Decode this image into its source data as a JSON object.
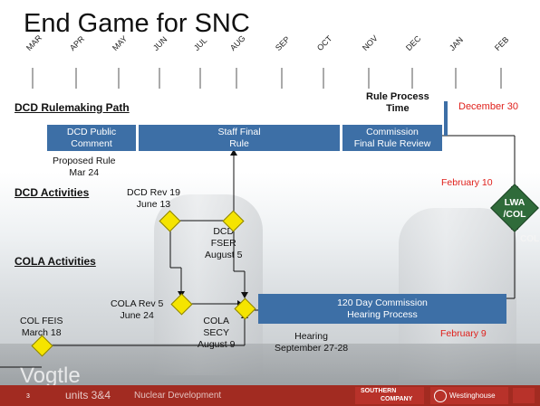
{
  "title": "End Game for SNC",
  "months": [
    "MAR",
    "APR",
    "MAY",
    "JUN",
    "JUL",
    "AUG",
    "SEP",
    "OCT",
    "NOV",
    "DEC",
    "JAN",
    "FEB"
  ],
  "sections": {
    "rulemaking": "DCD Rulemaking Path",
    "dcd_activities": "DCD Activities",
    "cola_activities": "COLA Activities"
  },
  "boxes": {
    "dcd_public_comment": [
      "DCD Public",
      "Comment"
    ],
    "staff_final_rule": [
      "Staff Final",
      "Rule"
    ],
    "commission_review": [
      "Commission",
      "Final Rule Review"
    ],
    "hearing_process": [
      "120 Day Commission",
      "Hearing Process"
    ]
  },
  "rule_process_time": [
    "Rule Process",
    "Time"
  ],
  "labels": {
    "december": "December  30",
    "proposed_rule": [
      "Proposed Rule",
      "Mar 24"
    ],
    "dcd_rev": [
      "DCD Rev 19",
      "June 13"
    ],
    "dcd_fser": [
      "DCD",
      "FSER",
      "August 5"
    ],
    "feb10": "February 10",
    "lwa": [
      "LWA",
      "/COL"
    ],
    "col_faded": "COL",
    "cola_rev": [
      "COLA Rev 5",
      "June 24"
    ],
    "cola_secy": [
      "COLA",
      "SECY",
      "August  9"
    ],
    "col_feis": [
      "COL FEIS",
      "March 18"
    ],
    "hearing": [
      "Hearing",
      "September 27-28"
    ],
    "feb9": "February 9"
  },
  "footer": {
    "logo": "Vogtle",
    "page_num": "3",
    "units": "units 3&4",
    "dept": "Nuclear Development",
    "southern": [
      "SOUTHERN",
      "COMPANY"
    ],
    "westinghouse": "Westinghouse"
  },
  "colors": {
    "box_blue": "#3d6fa6",
    "milestone_yellow": "#f5e400",
    "lwa_green": "#2f6b3a",
    "date_red": "#e0201b",
    "footer_red": "#a22b21"
  }
}
